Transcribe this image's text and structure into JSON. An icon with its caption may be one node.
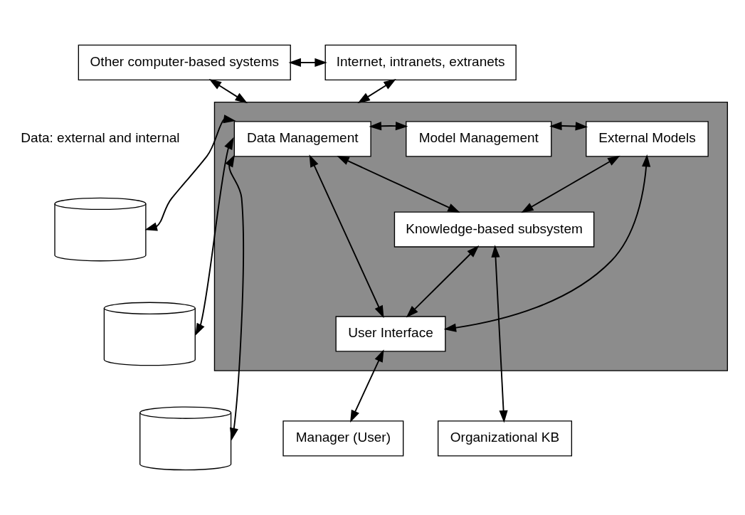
{
  "diagram": {
    "nodes": [
      {
        "text": [
          "Other computer-based systems"
        ]
      },
      {
        "text": [
          "Internet, intranets, extranets"
        ]
      },
      {
        "text": [],
        "shape": "box"
      },
      {
        "text": [],
        "shape": "cylinder"
      },
      {
        "text": [],
        "shape": "cylinder"
      },
      {
        "text": [],
        "shape": "cylinder"
      },
      {
        "text": [
          "Data Management"
        ],
        "in": 2
      },
      {
        "text": [
          "Model Management"
        ],
        "in": 2
      },
      {
        "text": [
          "External Models"
        ],
        "in": 2
      },
      {
        "text": [
          "Knowledge-based subsystem"
        ],
        "in": 2
      },
      {
        "text": [
          "User Interface"
        ],
        "in": 2
      },
      {
        "text": [
          "Organizational KB"
        ]
      },
      {
        "text": [
          "Manager (User)"
        ]
      }
    ],
    "edges": [
      {
        "from": 0,
        "to": 1,
        "arrow": "both"
      },
      {
        "from": 0,
        "to": 2,
        "arrow": "both"
      },
      {
        "from": 1,
        "to": 2,
        "arrow": "both"
      },
      {
        "from": 6,
        "to": 3,
        "arrow": "both"
      },
      {
        "from": 6,
        "to": 4,
        "arrow": "both"
      },
      {
        "from": 6,
        "to": 5,
        "arrow": "both"
      },
      {
        "from": 6,
        "to": 7,
        "arrow": "both"
      },
      {
        "from": 7,
        "to": 8,
        "arrow": "both"
      },
      {
        "from": 9,
        "to": 6,
        "arrow": "both"
      },
      {
        "from": 10,
        "to": 6,
        "arrow": "both"
      },
      {
        "from": 9,
        "to": 8,
        "arrow": "both"
      },
      {
        "from": 10,
        "to": 8,
        "arrow": "both"
      },
      {
        "from": 9,
        "to": 10,
        "arrow": "both"
      },
      {
        "from": 9,
        "to": 11,
        "arrow": "both"
      },
      {
        "from": 10,
        "to": 12,
        "arrow": "both"
      }
    ],
    "labels": [
      "Data: external and internal"
    ]
  }
}
